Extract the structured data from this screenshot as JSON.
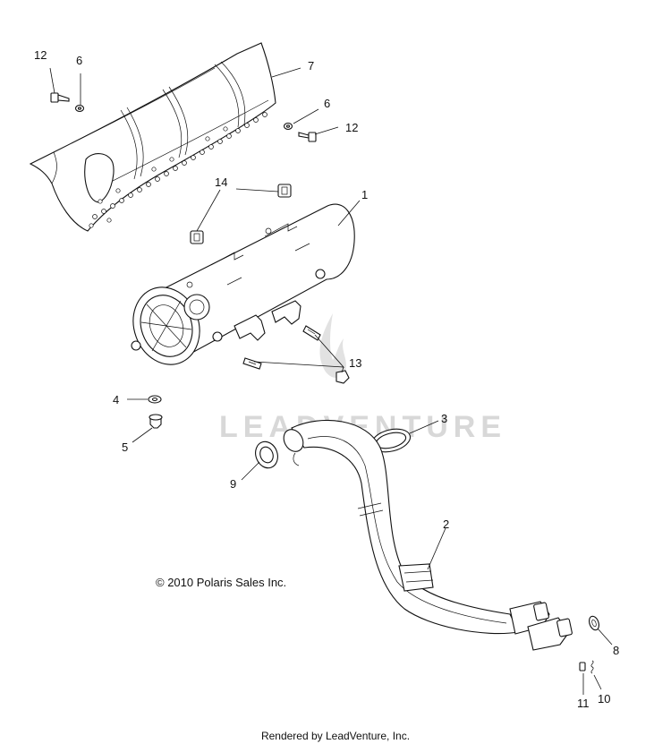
{
  "diagram": {
    "copyright": "© 2010 Polaris Sales Inc.",
    "footer": "Rendered by LeadVenture, Inc.",
    "watermark": "LEADVENTURE",
    "callouts": {
      "c1": "1",
      "c2": "2",
      "c3": "3",
      "c4": "4",
      "c5": "5",
      "c6a": "6",
      "c6b": "6",
      "c7": "7",
      "c8": "8",
      "c9": "9",
      "c10": "10",
      "c11": "11",
      "c12a": "12",
      "c12b": "12",
      "c13": "13",
      "c14": "14"
    }
  }
}
